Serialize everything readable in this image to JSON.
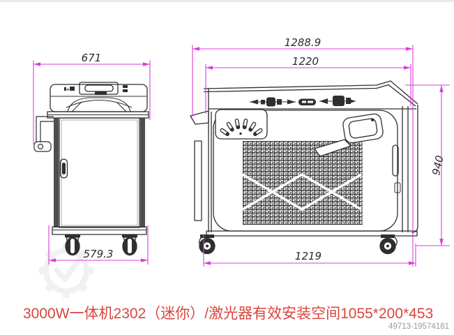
{
  "colors": {
    "dimension_line": "#dd3cdc",
    "line_art": "#2f2f2f",
    "dim_text": "#2b2b2b",
    "title_red": "#d8453e",
    "serial_gray": "#9a9a9a",
    "watermark_gray": "#e7e7e7"
  },
  "front_view": {
    "dim_top_width": "671",
    "dim_base_width": "579.3"
  },
  "side_view": {
    "dim_overall_length": "1288.9",
    "dim_body_length": "1220",
    "dim_base_length": "1219",
    "dim_height": "940"
  },
  "caption": {
    "title": "3000W一体机2302（迷你）/激光器有效安装空间1055*200*453",
    "serial": "49713-19574181"
  }
}
